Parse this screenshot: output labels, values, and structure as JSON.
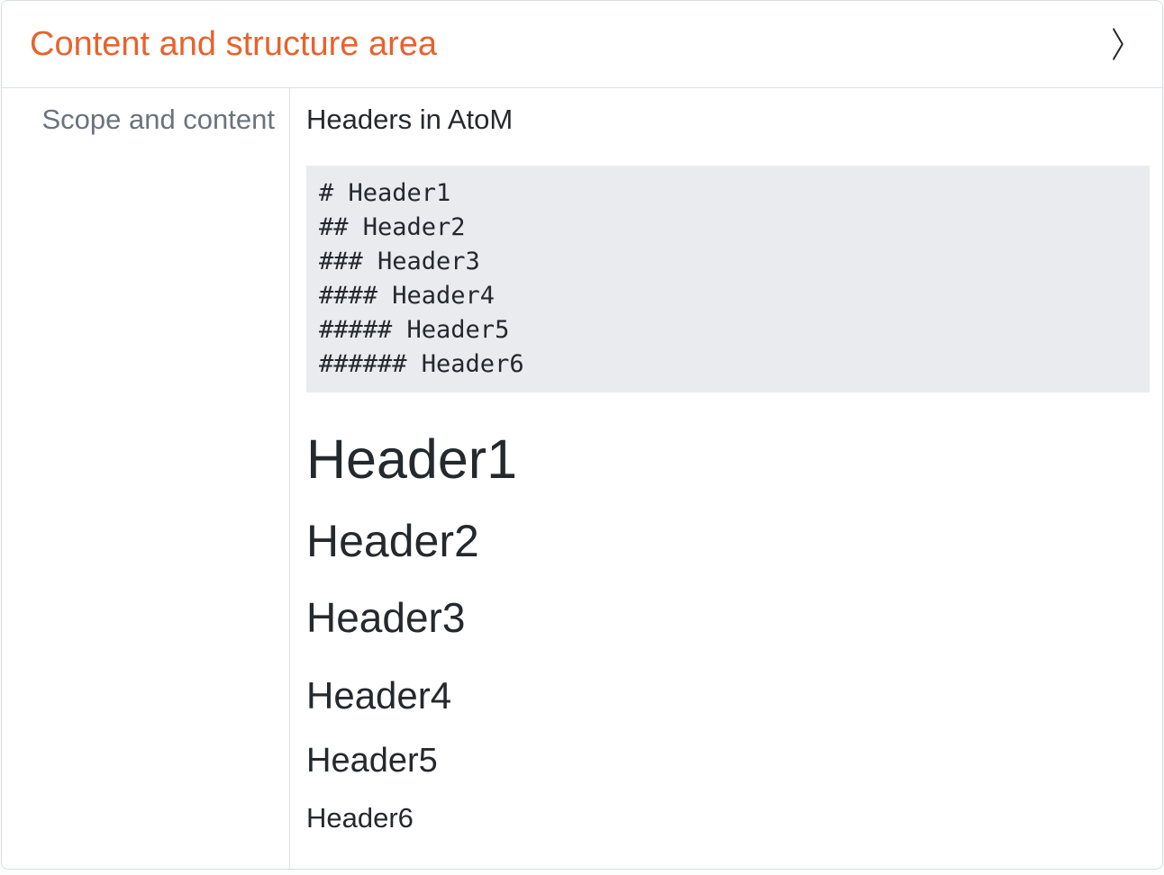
{
  "section": {
    "title": "Content and structure area"
  },
  "field": {
    "label": "Scope and content",
    "intro": "Headers in AtoM",
    "code_lines": [
      "# Header1",
      "## Header2",
      "### Header3",
      "#### Header4",
      "##### Header5",
      "###### Header6"
    ],
    "rendered_headers": [
      "Header1",
      "Header2",
      "Header3",
      "Header4",
      "Header5",
      "Header6"
    ]
  },
  "icons": {
    "chevron_right": "chevron-right"
  },
  "colors": {
    "accent_orange": "#e8622d",
    "label_gray": "#6a737d",
    "text_dark": "#24292e",
    "border_gray": "#dee2e6",
    "code_background": "#e9ebee"
  }
}
